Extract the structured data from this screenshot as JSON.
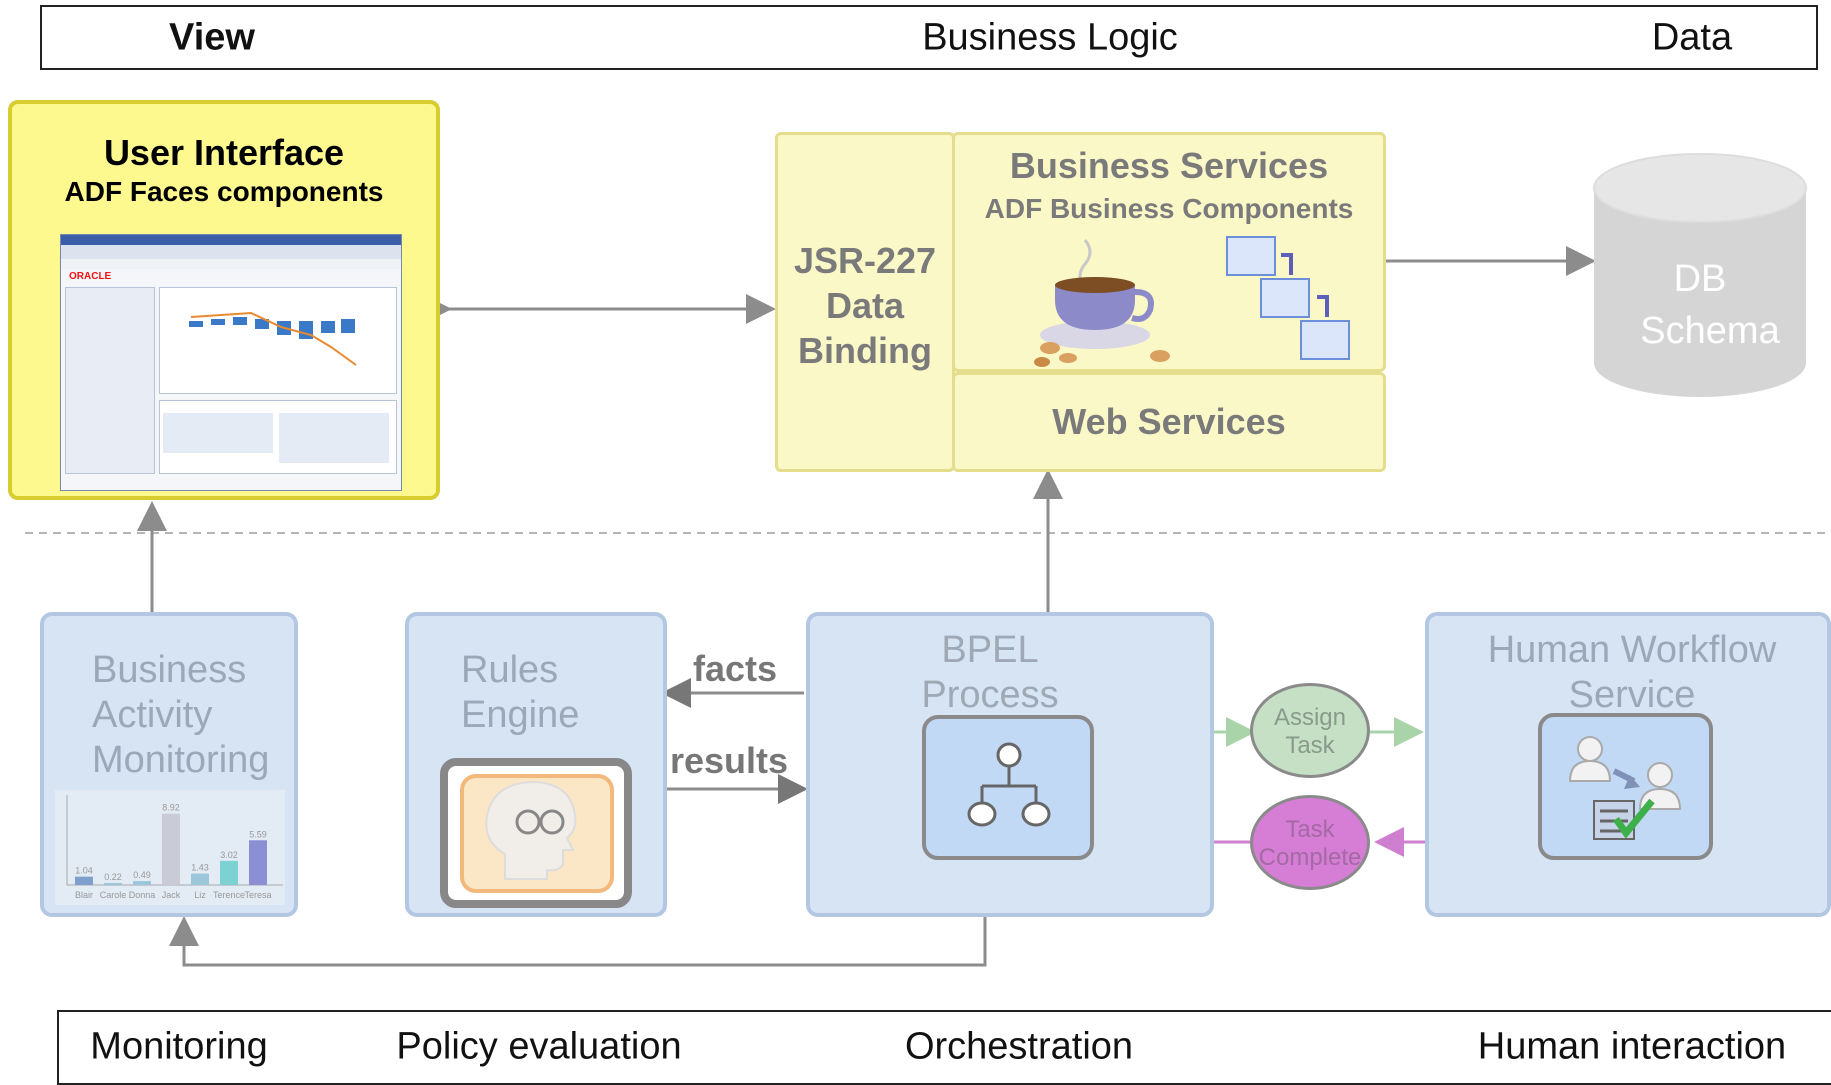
{
  "top_band": {
    "view": "View",
    "business_logic": "Business Logic",
    "data": "Data"
  },
  "bottom_band": {
    "monitoring": "Monitoring",
    "policy": "Policy evaluation",
    "orchestration": "Orchestration",
    "human": "Human interaction"
  },
  "ui": {
    "title": "User Interface",
    "subtitle": "ADF Faces components",
    "oracle_logo": "ORACLE"
  },
  "binding": {
    "line1": "JSR-227",
    "line2": "Data",
    "line3": "Binding"
  },
  "business_services": {
    "title": "Business Services",
    "subtitle": "ADF Business Components"
  },
  "web_services": {
    "label": "Web Services"
  },
  "db": {
    "line1": "DB",
    "line2": "Schema"
  },
  "bam": {
    "line1": "Business",
    "line2": "Activity",
    "line3": "Monitoring",
    "chart_values": [
      "1.04",
      "0.22",
      "0.49",
      "8.92",
      "1.43",
      "3.02",
      "5.59"
    ],
    "chart_names": [
      "Blair",
      "Carole",
      "Donna",
      "Jack",
      "Liz",
      "Terence",
      "Teresa"
    ]
  },
  "rules": {
    "line1": "Rules",
    "line2": "Engine"
  },
  "arrows": {
    "facts": "facts",
    "results": "results"
  },
  "bpel": {
    "line1": "BPEL",
    "line2": "Process"
  },
  "assign": {
    "line1": "Assign",
    "line2": "Task"
  },
  "complete": {
    "line1": "Task",
    "line2": "Complete"
  },
  "hws": {
    "line1": "Human Workflow",
    "line2": "Service"
  },
  "colors": {
    "ui_yellow": "#fdf98f",
    "pale_yellow": "#fbf8c8",
    "blue_panel": "#d7e4f4",
    "assign_green": "#c5e0c5",
    "complete_magenta": "#d67dd6"
  }
}
